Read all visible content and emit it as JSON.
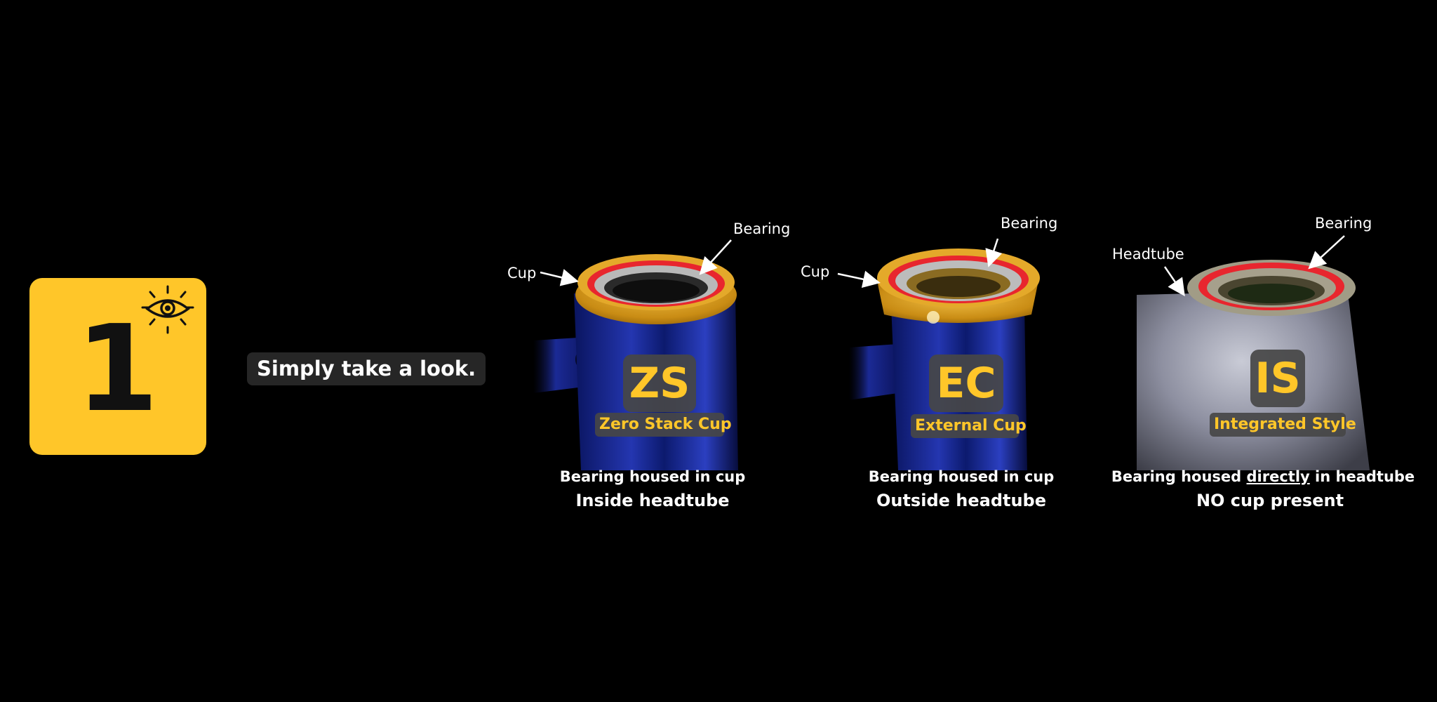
{
  "step": {
    "number": "1",
    "icon": "eye-icon",
    "badge_color": "#FFC629"
  },
  "intro": {
    "text": "Simply take a look."
  },
  "colors": {
    "accent": "#FFC629",
    "pill_bg": "#262626",
    "bearing_red": "#E8262E",
    "frame_blue": "#1A2A8A",
    "cup_gold": "#D8A021"
  },
  "panels": [
    {
      "code": "ZS",
      "name": "Zero Stack Cup",
      "callout_cup": "Cup",
      "callout_bearing": "Bearing",
      "desc_line1": "Bearing housed in cup",
      "desc_line2": "Inside headtube"
    },
    {
      "code": "EC",
      "name": "External Cup",
      "callout_cup": "Cup",
      "callout_bearing": "Bearing",
      "desc_line1": "Bearing housed in cup",
      "desc_line2": "Outside headtube"
    },
    {
      "code": "IS",
      "name": "Integrated Style",
      "callout_headtube": "Headtube",
      "callout_bearing": "Bearing",
      "desc_line1_pre": "Bearing housed ",
      "desc_line1_emph": "directly",
      "desc_line1_post": " in headtube",
      "desc_line2": "NO cup present"
    }
  ]
}
